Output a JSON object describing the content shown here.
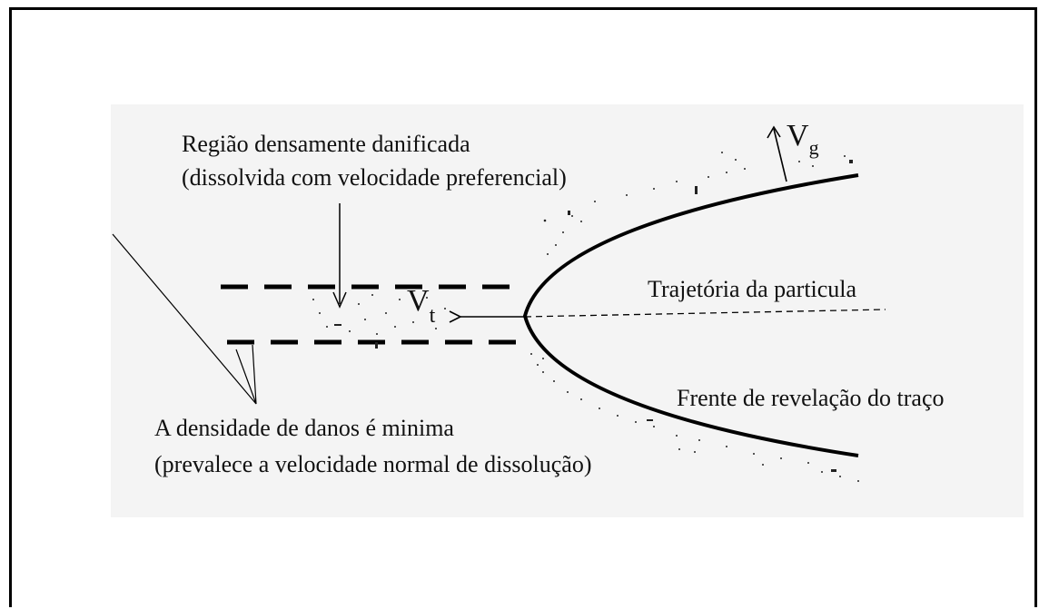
{
  "labels": {
    "dense_region_line1": "Região densamente danificada",
    "dense_region_line2": "(dissolvida  com velocidade preferencial)",
    "trajectory": "Trajetória da particula",
    "front": "Frente de revelação do traço",
    "min_damage_line1": "A densidade de danos é minima",
    "min_damage_line2": "(prevalece a velocidade normal de dissolução)",
    "vt_base": "V",
    "vt_sub": "t",
    "vg_base": "V",
    "vg_sub": "g"
  }
}
